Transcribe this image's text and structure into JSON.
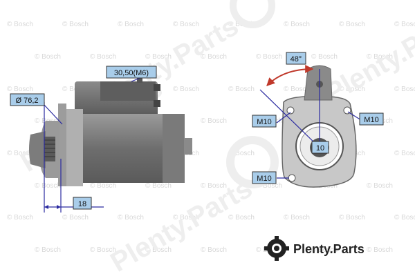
{
  "diagram": {
    "labels": {
      "thread": "30,50(M6)",
      "diameter": "Ø 76,2",
      "offset": "18",
      "angle": "48°",
      "bolt_upper_left": "M10",
      "bolt_upper_right": "M10",
      "bolt_lower_left": "M10",
      "teeth": "10"
    },
    "watermark": {
      "brand": "Bosch",
      "site": "Plenty.Parts"
    }
  },
  "logo": {
    "text": "Plenty.Parts",
    "icon": "gear-camera-icon"
  },
  "colors": {
    "label_bg": "#a9cdea",
    "dimension_line": "#2a2aa0",
    "body_dark": "#6a6a6a",
    "body_mid": "#8c8c8c",
    "flange": "#c8c8c8"
  }
}
